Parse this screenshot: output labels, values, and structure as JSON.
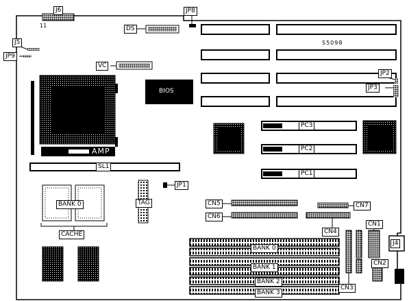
{
  "labels": {
    "j6": "J6",
    "j6_pin": "11",
    "jp8": "JP8",
    "ds": "DS",
    "j5": "J5",
    "jp9": "JP9",
    "vc": "VC",
    "bios": "BIOS",
    "jp2": "JP2",
    "jp3": "JP3",
    "part_number": "S5098",
    "amp": "AMP",
    "pc3": "PC3",
    "pc2": "PC2",
    "pc1": "PC1",
    "sl1": "SL1",
    "jp1": "JP1",
    "tag": "TAG",
    "bank0_cache": "BANK 0",
    "cache": "CACHE",
    "cn5": "CN5",
    "cn6": "CN6",
    "cn7": "CN7",
    "cn4": "CN4",
    "cn1": "CN1",
    "cn2": "CN2",
    "cn3": "CN3",
    "j4": "J4",
    "bank0": "BANK 0",
    "bank1": "BANK 1",
    "bank2": "BANK 2",
    "bank3": "BANK 3"
  }
}
